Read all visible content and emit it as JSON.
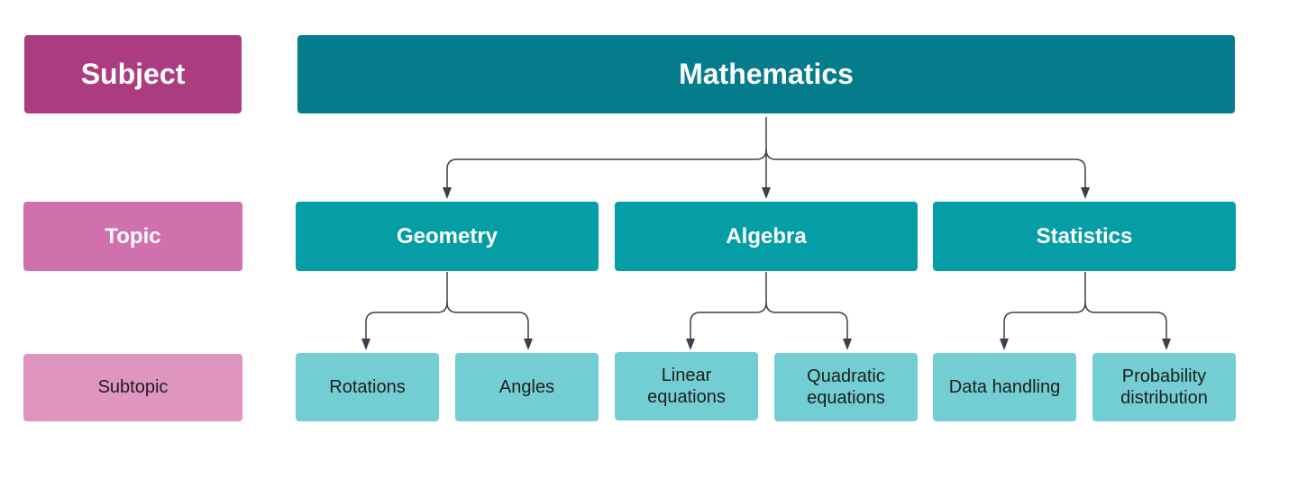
{
  "levels": {
    "subject": "Subject",
    "topic": "Topic",
    "subtopic": "Subtopic"
  },
  "subject": "Mathematics",
  "topics": [
    {
      "label": "Geometry",
      "subtopics": [
        "Rotations",
        "Angles"
      ]
    },
    {
      "label": "Algebra",
      "subtopics": [
        "Linear\nequations",
        "Quadratic\nequations"
      ]
    },
    {
      "label": "Statistics",
      "subtopics": [
        "Data handling",
        "Probability\ndistribution"
      ]
    }
  ],
  "colors": {
    "subject_level": "#ab3c80",
    "topic_level": "#d070ad",
    "subtopic_level": "#de95c0",
    "subject_node": "#057c8c",
    "topic_node": "#069ea6",
    "subtopic_node": "#73ced3",
    "connector": "#3a3f4a"
  }
}
